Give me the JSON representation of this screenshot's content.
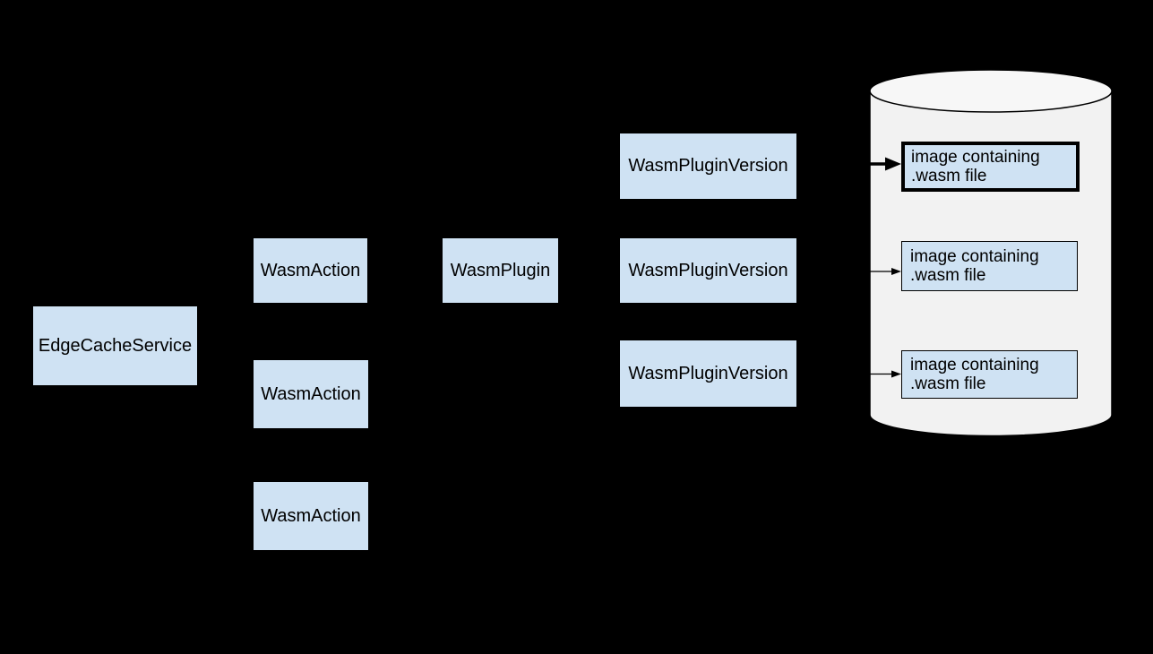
{
  "diagram": {
    "background_color": "#000000",
    "node_fill_color": "#cfe2f3",
    "node_text_color": "#000000",
    "cylinder_fill_color": "#f2f2f2",
    "cylinder_top_fill_color": "#f7f7f7",
    "stroke_color": "#000000"
  },
  "nodes": [
    {
      "id": "edge-cache-service",
      "label": "EdgeCacheService"
    },
    {
      "id": "wasm-action-1",
      "label": "WasmAction"
    },
    {
      "id": "wasm-action-2",
      "label": "WasmAction"
    },
    {
      "id": "wasm-action-3",
      "label": "WasmAction"
    },
    {
      "id": "wasm-plugin",
      "label": "WasmPlugin"
    },
    {
      "id": "wasm-plugin-version-1",
      "label": "WasmPluginVersion"
    },
    {
      "id": "wasm-plugin-version-2",
      "label": "WasmPluginVersion"
    },
    {
      "id": "wasm-plugin-version-3",
      "label": "WasmPluginVersion"
    }
  ],
  "registry_images": [
    {
      "lines": [
        "image containing",
        ".wasm file"
      ],
      "emphasized": true
    },
    {
      "lines": [
        "image containing",
        ".wasm file"
      ],
      "emphasized": false
    },
    {
      "lines": [
        "image containing",
        ".wasm file"
      ],
      "emphasized": false
    }
  ],
  "arrows": [
    {
      "from": "wasm-plugin-version-1",
      "to": "registry-image-1",
      "style": "thick"
    },
    {
      "from": "wasm-plugin-version-2",
      "to": "registry-image-2",
      "style": "thin"
    },
    {
      "from": "wasm-plugin-version-3",
      "to": "registry-image-3",
      "style": "thin"
    }
  ]
}
